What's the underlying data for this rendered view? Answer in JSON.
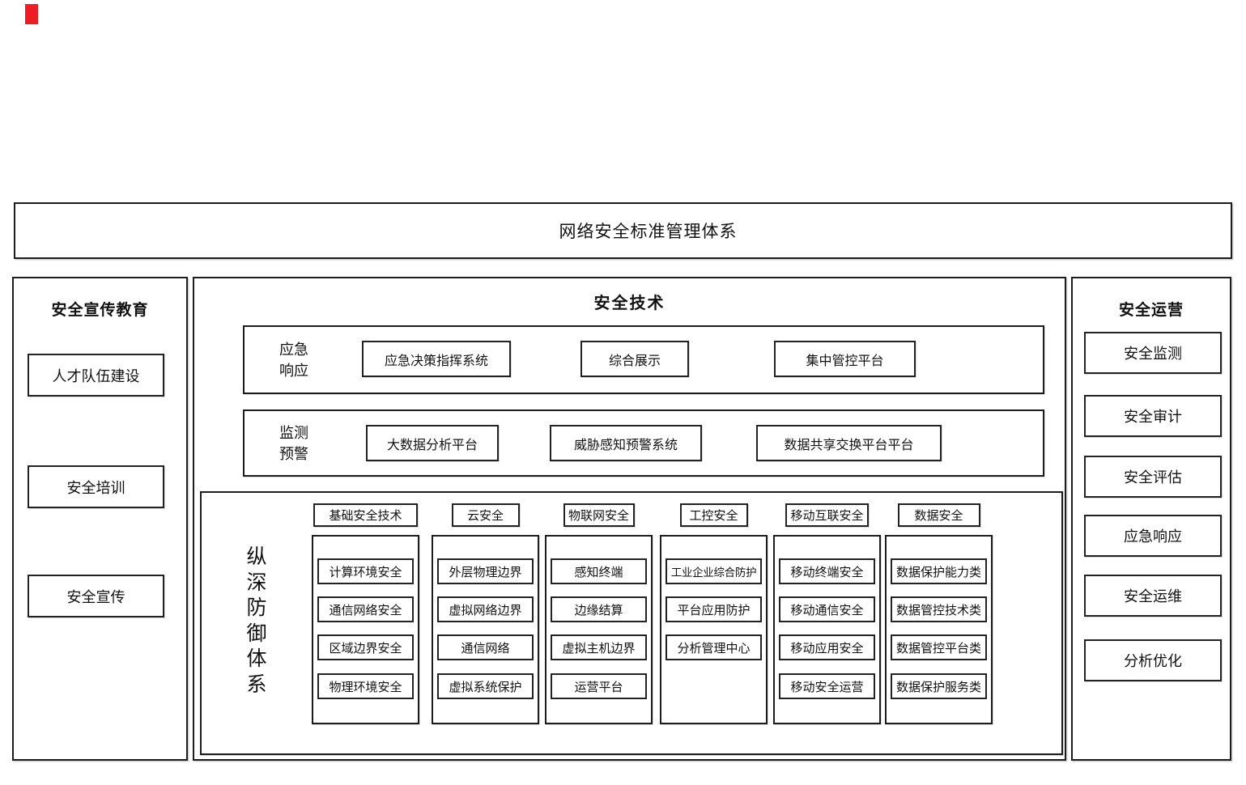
{
  "decor": {
    "red_mark_color": "#ee1c25"
  },
  "diagram": {
    "title": "网络安全标准管理体系",
    "left_panel": {
      "header": "安全宣传教育",
      "items": [
        "人才队伍建设",
        "安全培训",
        "安全宣传"
      ]
    },
    "tech_panel": {
      "header": "安全技术",
      "emergency_row": {
        "label_line1": "应急",
        "label_line2": "响应",
        "items": [
          "应急决策指挥系统",
          "综合展示",
          "集中管控平台"
        ]
      },
      "monitor_row": {
        "label_line1": "监测",
        "label_line2": "预警",
        "items": [
          "大数据分析平台",
          "威胁感知预警系统",
          "数据共享交换平台平台"
        ]
      },
      "defense": {
        "label": "纵深防御体系",
        "columns": [
          {
            "header": "基础安全技术",
            "items": [
              "计算环境安全",
              "通信网络安全",
              "区域边界安全",
              "物理环境安全"
            ]
          },
          {
            "header": "云安全",
            "items": [
              "外层物理边界",
              "虚拟网络边界",
              "通信网络",
              "虚拟系统保护"
            ]
          },
          {
            "header": "物联网安全",
            "items": [
              "感知终端",
              "边缘结算",
              "虚拟主机边界",
              "运营平台"
            ]
          },
          {
            "header": "工控安全",
            "items": [
              "工业企业综合防护",
              "平台应用防护",
              "分析管理中心"
            ]
          },
          {
            "header": "移动互联安全",
            "items": [
              "移动终端安全",
              "移动通信安全",
              "移动应用安全",
              "移动安全运营"
            ]
          },
          {
            "header": "数据安全",
            "items": [
              "数据保护能力类",
              "数据管控技术类",
              "数据管控平台类",
              "数据保护服务类"
            ]
          }
        ]
      }
    },
    "right_panel": {
      "header": "安全运营",
      "items": [
        "安全监测",
        "安全审计",
        "安全评估",
        "应急响应",
        "安全运维",
        "分析优化"
      ]
    }
  }
}
